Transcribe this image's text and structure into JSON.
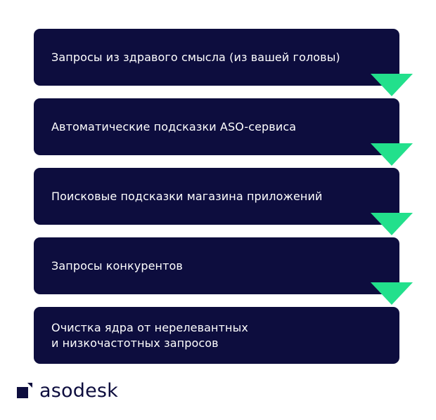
{
  "steps": [
    {
      "label": "Запросы из здравого смысла (из вашей головы)"
    },
    {
      "label": "Автоматические подсказки ASO-сервиса"
    },
    {
      "label": "Поисковые подсказки магазина приложений"
    },
    {
      "label": "Запросы конкурентов"
    },
    {
      "label": "Очистка ядра от нерелевантных\nи низкочастотных запросов"
    }
  ],
  "brand": {
    "name": "asodesk"
  },
  "colors": {
    "box": "#0d0d3e",
    "arrow": "#22e08c",
    "text": "#ffffff",
    "logo": "#0d0d3e"
  }
}
